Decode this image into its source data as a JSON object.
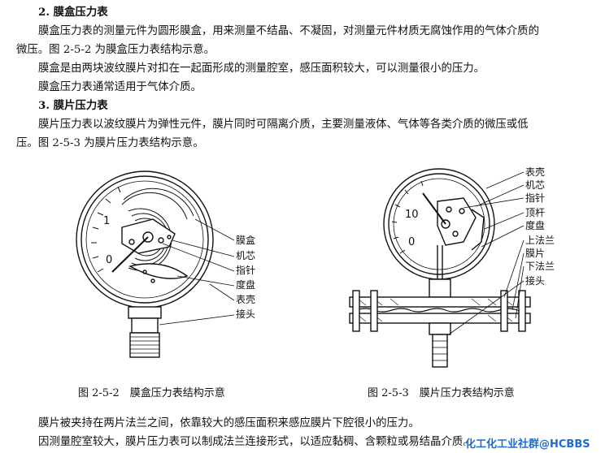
{
  "section2": {
    "heading": "2. 膜盒压力表",
    "p1_line1": "膜盒压力表的测量元件为圆形膜盒，用来测量不结晶、不凝固，对测量元件材质无腐蚀作用的气体介质的",
    "p1_line2": "微压。图 2-5-2 为膜盒压力表结构示意。",
    "p2": "膜盒是由两块波纹膜片对扣在一起面形成的测量腔室，感压面积较大，可以测量很小的压力。",
    "p3": "膜盒压力表通常适用于气体介质。"
  },
  "section3": {
    "heading": "3. 膜片压力表",
    "p1_line1": "膜片压力表以波纹膜片为弹性元件，膜片同时可隔离介质，主要测量液体、气体等各类介质的微压或低",
    "p1_line2": "压。图 2-5-3 为膜片压力表结构示意。"
  },
  "figure_left": {
    "dial_numbers": [
      "1",
      "0"
    ],
    "labels": [
      "膜盒",
      "机芯",
      "指针",
      "度盘",
      "表壳",
      "接头"
    ],
    "caption": "图 2-5-2　膜盒压力表结构示意"
  },
  "figure_right": {
    "dial_numbers": [
      "10",
      "0"
    ],
    "labels": [
      "表壳",
      "机芯",
      "指针",
      "顶杆",
      "度盘",
      "上法兰",
      "膜片",
      "下法兰",
      "接头"
    ],
    "caption": "图 2-5-3　膜片压力表结构示意"
  },
  "footer": {
    "line1": "膜片被夹持在两片法兰之间，依靠较大的感压面积来感应膜片下腔很小的压力。",
    "line2": "因测量腔室较大，膜片压力表可以制成法兰连接形式，以适应黏稠、含颗粒或易结晶介质。"
  },
  "watermark": {
    "text": "化工化工业社群@HCBBS",
    "color": "#1d6bd6"
  }
}
